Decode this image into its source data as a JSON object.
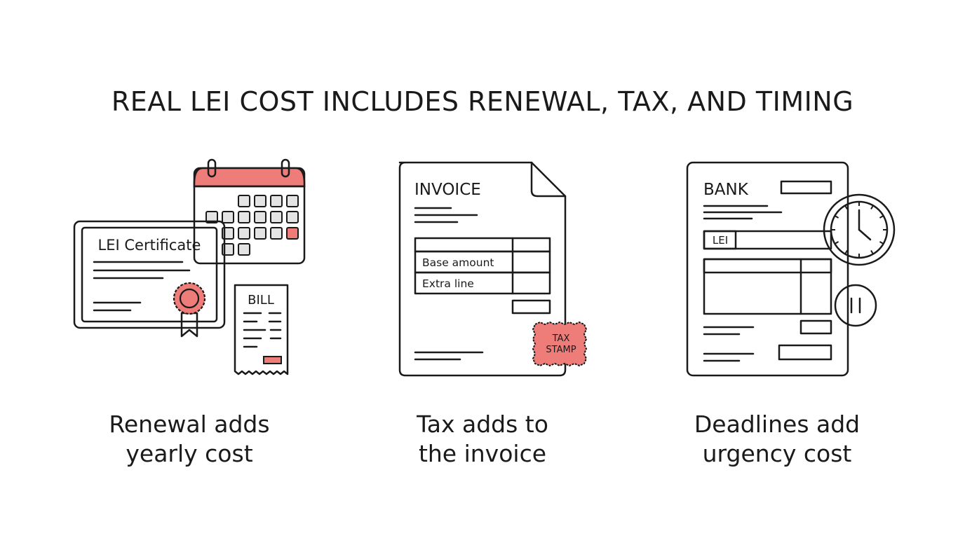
{
  "title": "REAL LEI COST INCLUDES RENEWAL, TAX, AND TIMING",
  "colors": {
    "accent": "#ee7c78",
    "ink": "#1a1a1a",
    "gray": "#e4e4e4"
  },
  "panels": [
    {
      "certificate_label": "LEI Certificate",
      "bill_label": "BILL",
      "caption_line1": "Renewal adds",
      "caption_line2": "yearly cost",
      "icons": [
        "calendar-icon",
        "certificate-icon",
        "ribbon-icon",
        "bill-icon"
      ]
    },
    {
      "invoice_label": "INVOICE",
      "row1": "Base amount",
      "row2": "Extra line",
      "stamp_line1": "TAX",
      "stamp_line2": "STAMP",
      "caption_line1": "Tax adds to",
      "caption_line2": "the invoice",
      "icons": [
        "invoice-icon",
        "stamp-icon"
      ]
    },
    {
      "bank_label": "BANK",
      "lei_label": "LEI",
      "caption_line1": "Deadlines add",
      "caption_line2": "urgency cost",
      "icons": [
        "bank-form-icon",
        "clock-icon",
        "pause-icon"
      ]
    }
  ]
}
